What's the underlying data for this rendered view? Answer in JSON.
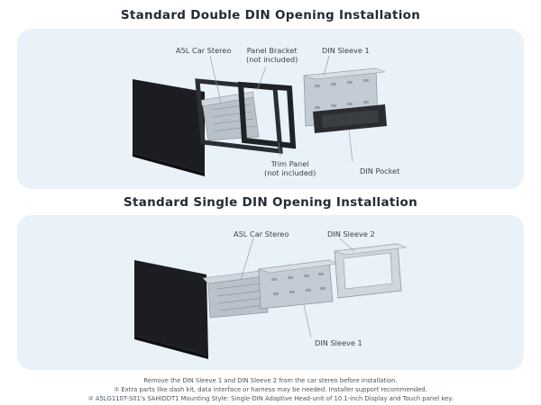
{
  "double_din": {
    "title": "Standard Double DIN Opening Installation",
    "labels": {
      "stereo": "A5L Car Stereo",
      "bracket_line1": "Panel Bracket",
      "bracket_line2": "(not included)",
      "sleeve1": "DIN Sleeve 1",
      "trim_line1": "Trim Panel",
      "trim_line2": "(not included)",
      "pocket": "DIN Pocket"
    }
  },
  "single_din": {
    "title": "Standard Single DIN Opening Installation",
    "labels": {
      "stereo": "A5L Car Stereo",
      "sleeve2": "DIN Sleeve 2",
      "sleeve1": "DIN Sleeve 1"
    }
  },
  "notes": {
    "line1": "Remove the DIN Sleeve 1 and DIN Sleeve 2 from the car stereo before installation.",
    "line2": "① Extra parts like dash kit, data interface or harness may be needed. Installer support recommended.",
    "line3": "② A5LG110T-S01's SAHIDDT1 Mounting Style: Single-DIN Adaptive Head-unit of 10.1-inch Display and Touch panel key."
  },
  "colors": {
    "panel_bg": "#e9f1f9",
    "screen": "#1b1d20",
    "metal": "#b9c2cb",
    "metal_dark": "#8f99a3",
    "frame": "#2b2e32"
  }
}
